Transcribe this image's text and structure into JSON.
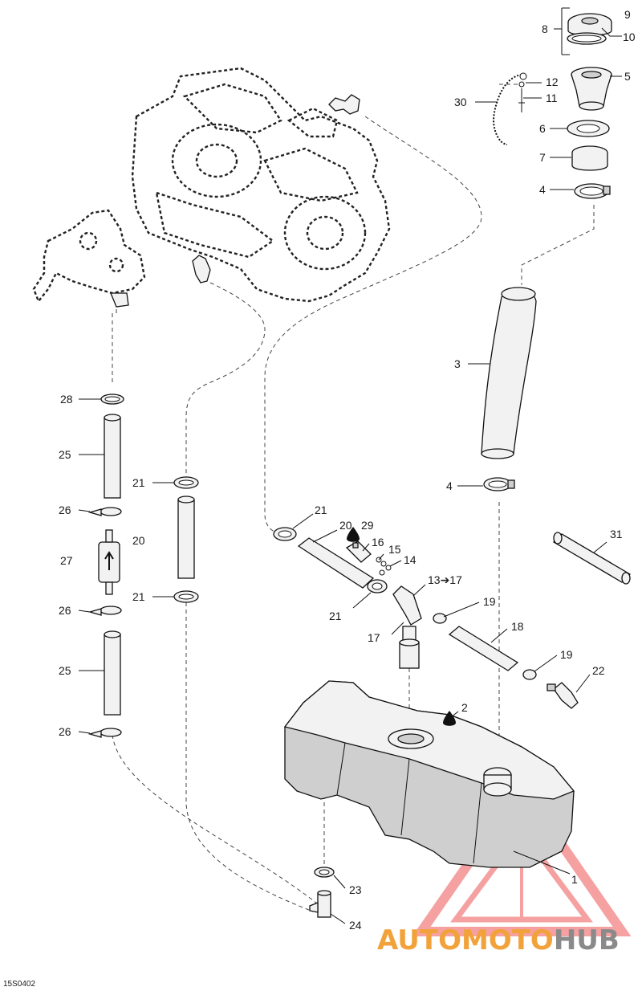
{
  "diagram_id": "15S0402",
  "brand": {
    "part1": "AUTO",
    "part2": "MOTO",
    "part3": "HUB",
    "color_orange": "#f2a23a",
    "color_gray": "#8a8a8a",
    "watermark_color": "#ee5555"
  },
  "callouts": {
    "c1": "1",
    "c2": "2",
    "c3": "3",
    "c4a": "4",
    "c4b": "4",
    "c5": "5",
    "c6": "6",
    "c7": "7",
    "c8": "8",
    "c9": "9",
    "c10": "10",
    "c11": "11",
    "c12": "12",
    "c13": "13➔17",
    "c14": "14",
    "c15": "15",
    "c16": "16",
    "c17": "17",
    "c18": "18",
    "c19a": "19",
    "c19b": "19",
    "c20a": "20",
    "c20b": "20",
    "c21a": "21",
    "c21b": "21",
    "c21c": "21",
    "c21d": "21",
    "c22": "22",
    "c23": "23",
    "c24": "24",
    "c25a": "25",
    "c25b": "25",
    "c26a": "26",
    "c26b": "26",
    "c26c": "26",
    "c27": "27",
    "c28": "28",
    "c29": "29",
    "c30": "30",
    "c31": "31"
  }
}
